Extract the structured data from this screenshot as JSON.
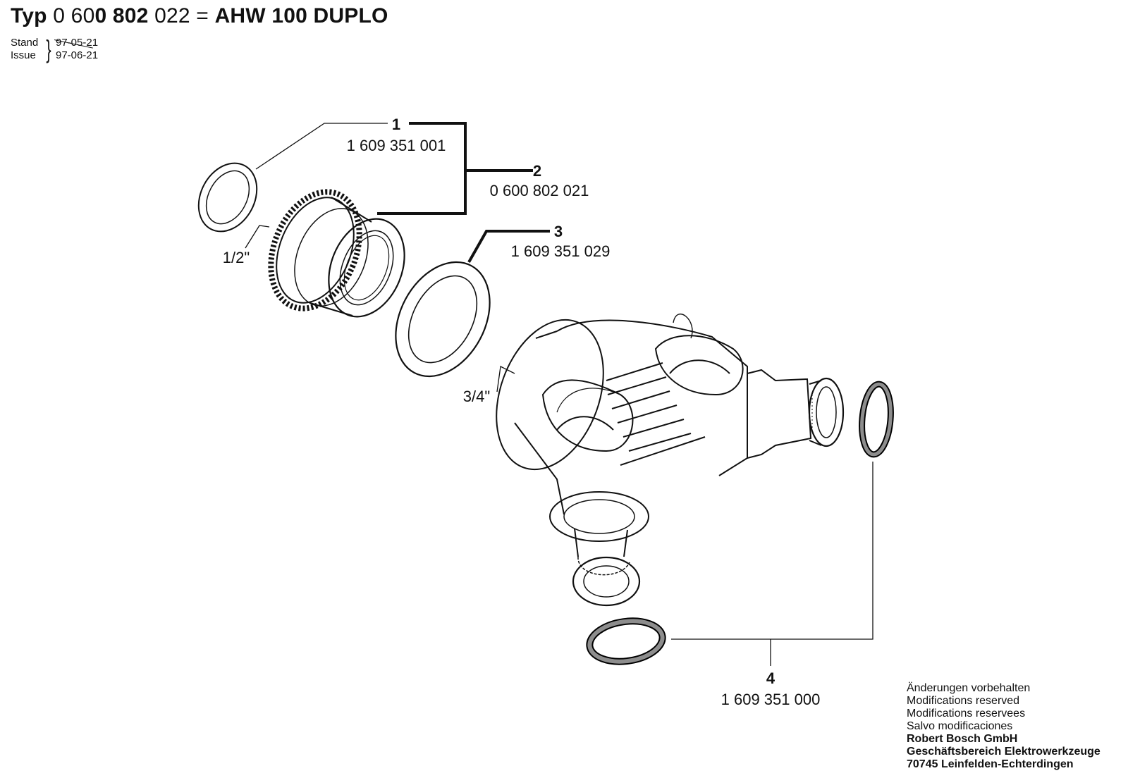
{
  "header": {
    "typ": "Typ",
    "code_a": "0 60",
    "code_b": "0 802",
    "code_c": "022 =",
    "model": "AHW 100 DUPLO",
    "stand_label": "Stand",
    "issue_label": "Issue",
    "stand_date": "97-05-21",
    "issue_date": "97-06-21"
  },
  "callouts": [
    {
      "num": "1",
      "part": "1 609 351 001"
    },
    {
      "num": "2",
      "part": "0 600 802 021"
    },
    {
      "num": "3",
      "part": "1 609 351 029"
    },
    {
      "num": "4",
      "part": "1 609 351 000"
    }
  ],
  "dimensions": {
    "half_inch": "1/2\"",
    "three_quarter_inch": "3/4\""
  },
  "footer": {
    "line1": "Änderungen vorbehalten",
    "line2": "Modifications reserved",
    "line3": "Modifications reservees",
    "line4": "Salvo modificaciones",
    "line5": "Robert Bosch GmbH",
    "line6": "Geschäftsbereich Elektrowerkzeuge",
    "line7": "70745 Leinfelden-Echterdingen"
  }
}
